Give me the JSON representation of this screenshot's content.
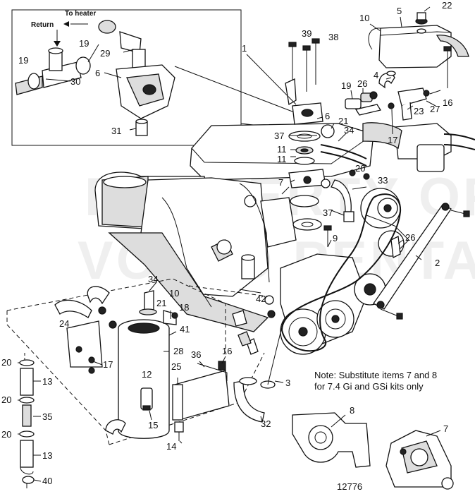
{
  "inset": {
    "return_label": "Return",
    "heater_label": "To heater",
    "callouts": [
      "19",
      "19",
      "29",
      "6",
      "30",
      "31"
    ]
  },
  "callouts": [
    "1",
    "39",
    "38",
    "10",
    "5",
    "22",
    "4",
    "19",
    "26",
    "6",
    "21",
    "34",
    "16",
    "23",
    "27",
    "17",
    "37",
    "11",
    "11",
    "7",
    "20",
    "33",
    "37",
    "9",
    "26",
    "2",
    "3",
    "32",
    "8",
    "7",
    "34",
    "10",
    "21",
    "18",
    "41",
    "42",
    "24",
    "17",
    "28",
    "12",
    "15",
    "14",
    "25",
    "36",
    "16",
    "20",
    "13",
    "20",
    "35",
    "20",
    "13",
    "40"
  ],
  "note": {
    "line1": "Note: Substitute items 7 and 8",
    "line2": "for 7.4 Gi and GSi kits only"
  },
  "figure_number": "12776",
  "watermark": [
    "PROPERTY OF",
    "VOLVO PENTA"
  ]
}
